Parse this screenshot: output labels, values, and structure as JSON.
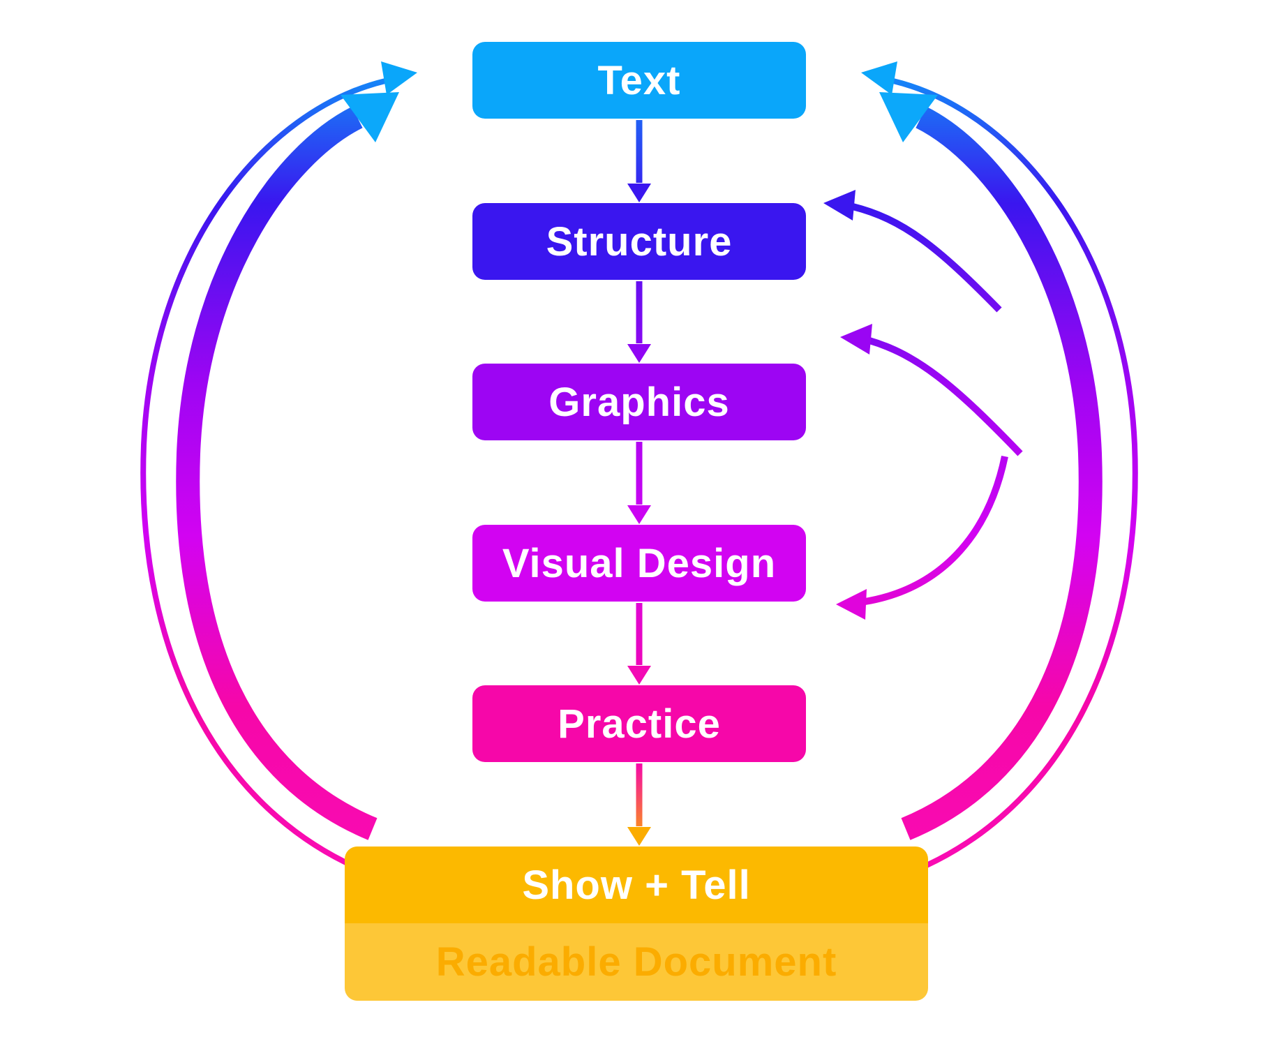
{
  "diagram": {
    "background": "#FFFFFF",
    "steps": [
      {
        "label": "Text",
        "color": "#0AA6FA",
        "text_color": "#FFFFFF"
      },
      {
        "label": "Structure",
        "color": "#3A16EF",
        "text_color": "#FFFFFF"
      },
      {
        "label": "Graphics",
        "color": "#9D05F3",
        "text_color": "#FFFFFF"
      },
      {
        "label": "Visual Design",
        "color": "#D203F2",
        "text_color": "#FFFFFF"
      },
      {
        "label": "Practice",
        "color": "#F607A9",
        "text_color": "#FFFFFF"
      }
    ],
    "show_tell": {
      "label": "Show + Tell",
      "color": "#FCB900",
      "text_color": "#FFFFFF"
    },
    "readable_document": {
      "label": "Readable Document",
      "color": "#FDC737",
      "text_color": "#FBAC00"
    },
    "loop_gradient": [
      "#0AA6FA",
      "#3A16EF",
      "#9D05F3",
      "#D203F2",
      "#F607A9",
      "#FA0CB4"
    ],
    "connector_head_colors": [
      "#3A16EF",
      "#9005F4",
      "#CB03F2",
      "#F30AB4",
      "#FBAC00"
    ]
  }
}
